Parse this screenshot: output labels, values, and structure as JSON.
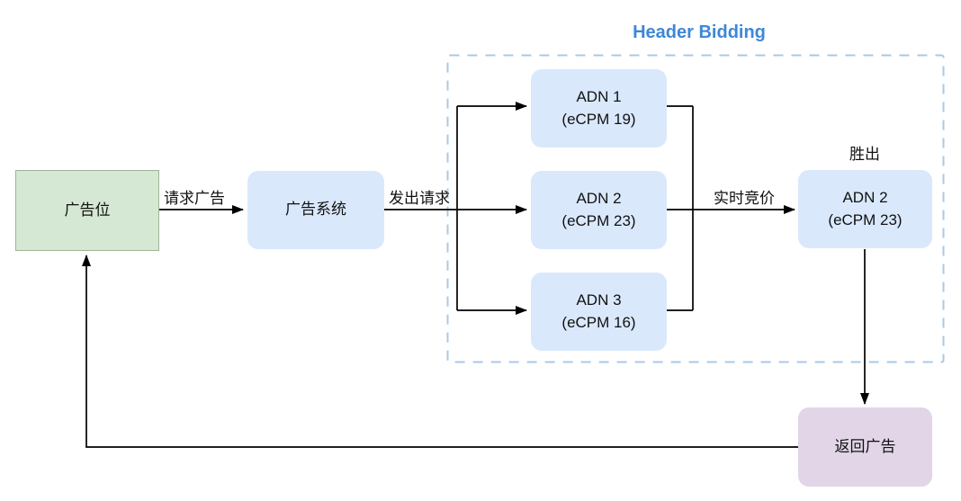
{
  "diagram_title": "Header Bidding",
  "colors": {
    "title-blue": "#3d87d8",
    "dash-blue": "#a9c9e6",
    "node-green": "#d5e8d4",
    "node-blue": "#dae8fc",
    "node-purple": "#e1d5e7",
    "line-color": "#000000"
  },
  "nodes": {
    "ad_slot": {
      "label": "广告位"
    },
    "ad_system": {
      "label": "广告系统"
    },
    "adn1": {
      "line1": "ADN 1",
      "line2": "(eCPM 19)"
    },
    "adn2": {
      "line1": "ADN 2",
      "line2": "(eCPM 23)"
    },
    "adn3": {
      "line1": "ADN 3",
      "line2": "(eCPM 16)"
    },
    "winner": {
      "tag": "胜出",
      "line1": "ADN 2",
      "line2": "(eCPM 23)"
    },
    "return_ad": {
      "label": "返回广告"
    }
  },
  "edges": {
    "request_ad": "请求广告",
    "send_request": "发出请求",
    "realtime_bidding": "实时竞价"
  }
}
